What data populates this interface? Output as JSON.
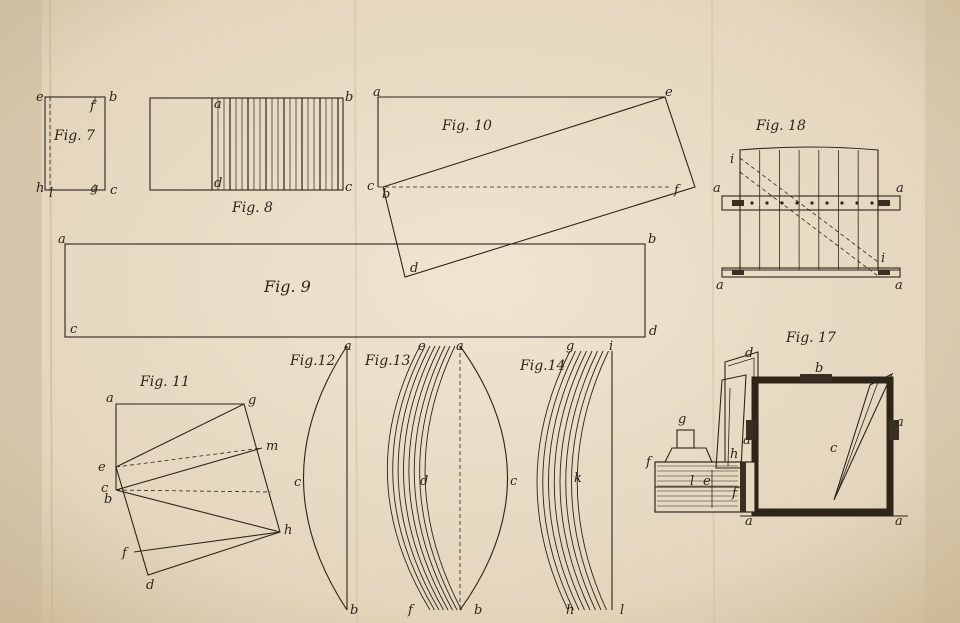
{
  "titles": {
    "fig7": "Fig. 7",
    "fig8": "Fig. 8",
    "fig9": "Fig. 9",
    "fig10": "Fig. 10",
    "fig11": "Fig. 11",
    "fig12": "Fig.12",
    "fig13": "Fig.13",
    "fig14": "Fig.14",
    "fig17": "Fig. 17",
    "fig18": "Fig. 18"
  },
  "fig7": {
    "e": "e",
    "f": "f",
    "b": "b",
    "h": "h",
    "l": "l",
    "g": "g",
    "c": "c"
  },
  "fig8": {
    "a": "a",
    "b": "b",
    "d": "d",
    "c": "c"
  },
  "fig9": {
    "a": "a",
    "b": "b",
    "c": "c",
    "d": "d"
  },
  "fig10": {
    "a": "a",
    "e": "e",
    "c": "c",
    "b": "b",
    "f": "f",
    "d": "d"
  },
  "fig11": {
    "a": "a",
    "g": "g",
    "m": "m",
    "e": "e",
    "c": "c",
    "b": "b",
    "h": "h",
    "f": "f",
    "d": "d"
  },
  "fig12": {
    "a": "a",
    "c": "c",
    "b": "b"
  },
  "fig13": {
    "e": "e",
    "a": "a",
    "d": "d",
    "c": "c",
    "f": "f",
    "b": "b"
  },
  "fig14": {
    "g": "g",
    "i": "i",
    "k": "k",
    "h": "h",
    "l": "l"
  },
  "fig17": {
    "d": "d",
    "b": "b",
    "g": "g",
    "a1": "a",
    "a2": "a",
    "a3": "a",
    "a4": "a",
    "c": "c",
    "h": "h",
    "f1": "f",
    "f2": "f",
    "l": "l",
    "e": "e"
  },
  "fig18": {
    "i1": "i",
    "i2": "i",
    "a1": "a",
    "a2": "a",
    "a3": "a",
    "a4": "a"
  },
  "colors": {
    "paper": "#e8dcc6",
    "ink": "#2e2518",
    "stain": "#cbb89a"
  }
}
